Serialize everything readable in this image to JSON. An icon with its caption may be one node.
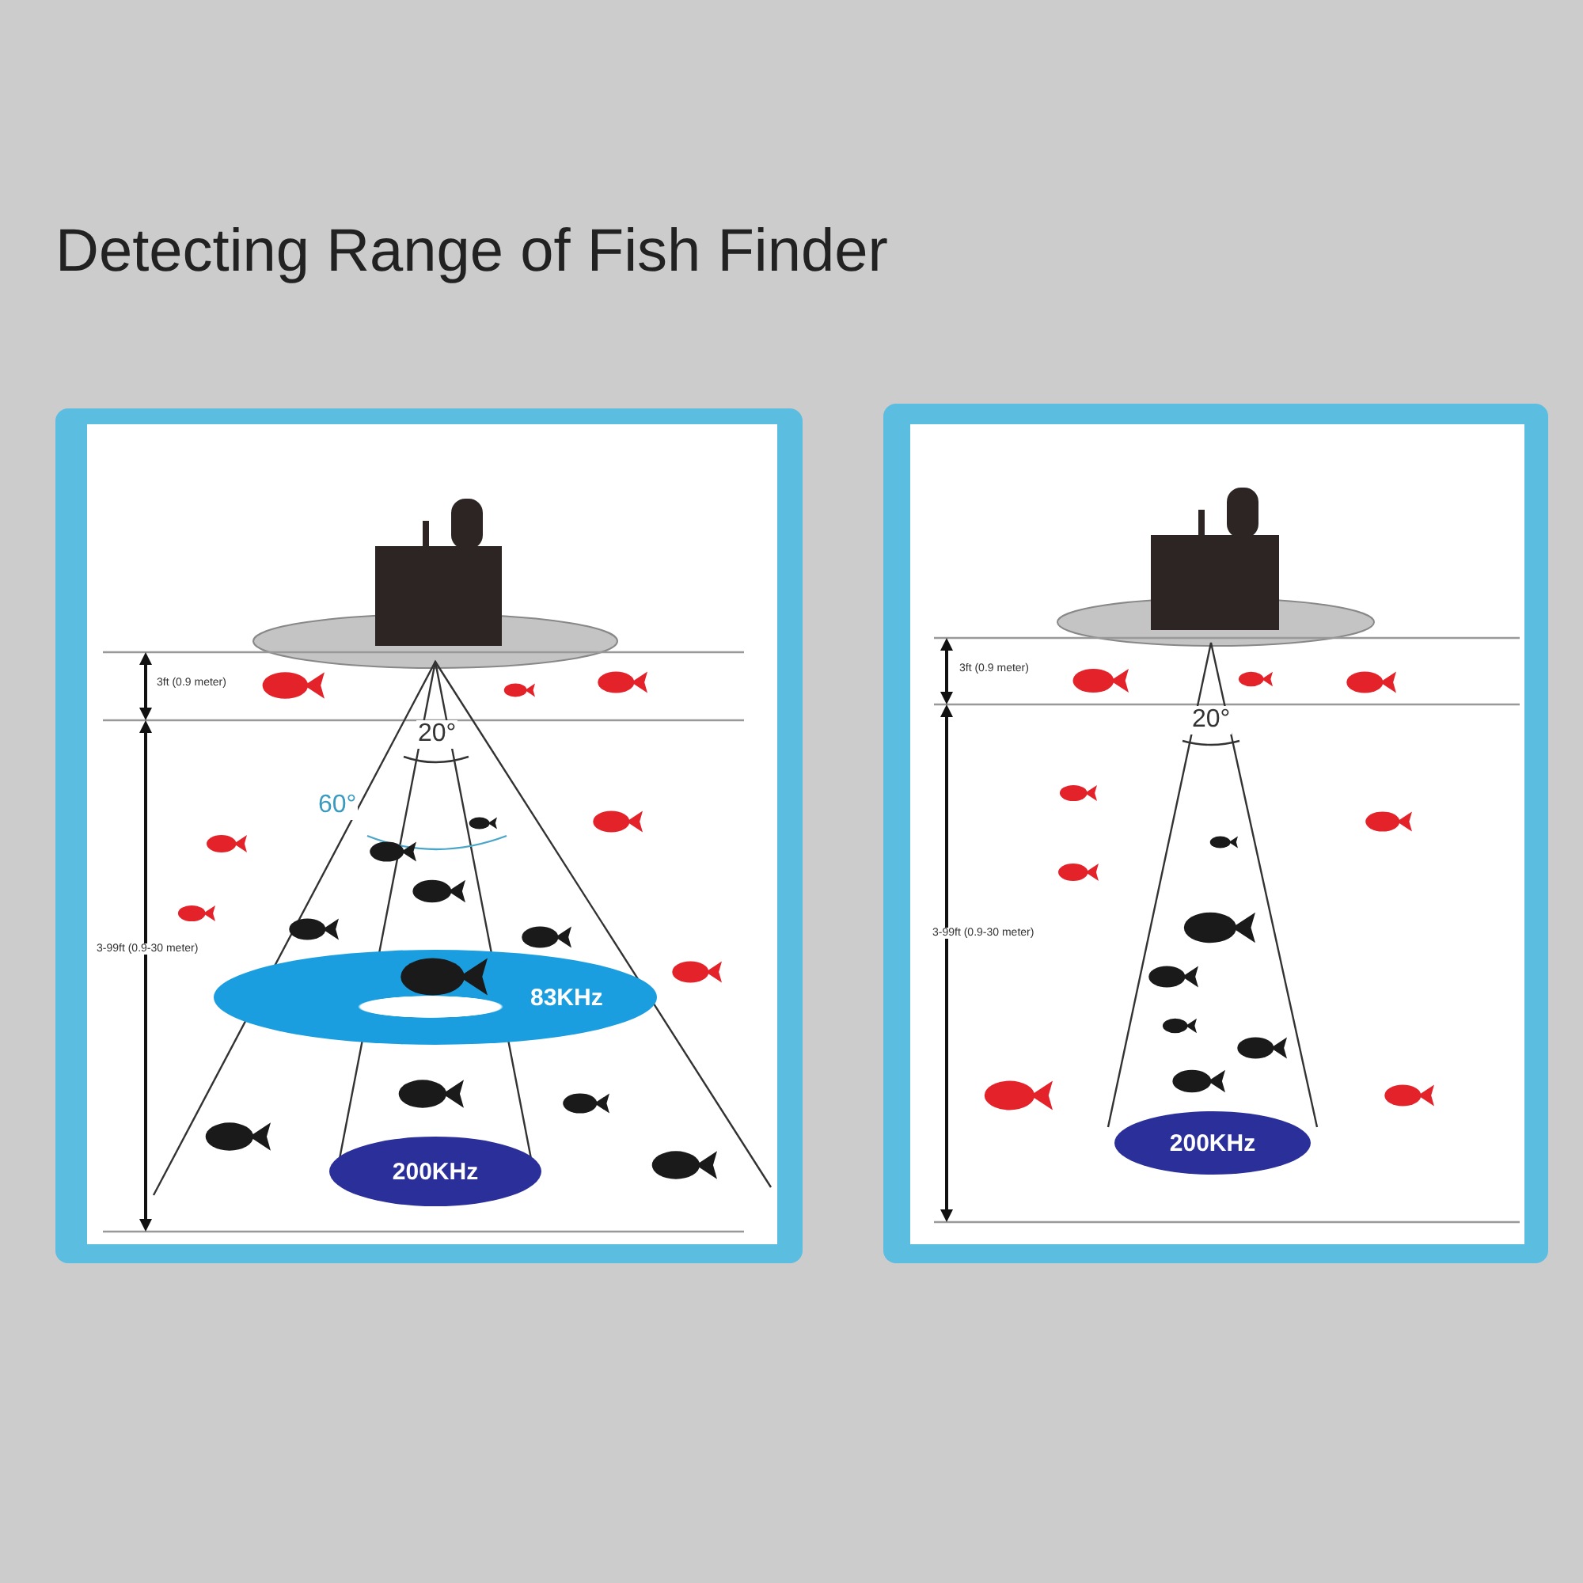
{
  "diagram": {
    "title": "Detecting Range of Fish Finder",
    "nodes": [
      {
        "text": [
          "83KHz"
        ]
      },
      {
        "text": [
          "200KHz"
        ]
      },
      {
        "text": [
          "200KHz"
        ]
      }
    ],
    "labels": [
      "3ft (0.9 meter)",
      "20°",
      "60°",
      "3-99ft (0.9-30 meter)",
      "3ft (0.9 meter)",
      "20°",
      "3-99ft (0.9-30 meter)"
    ]
  }
}
